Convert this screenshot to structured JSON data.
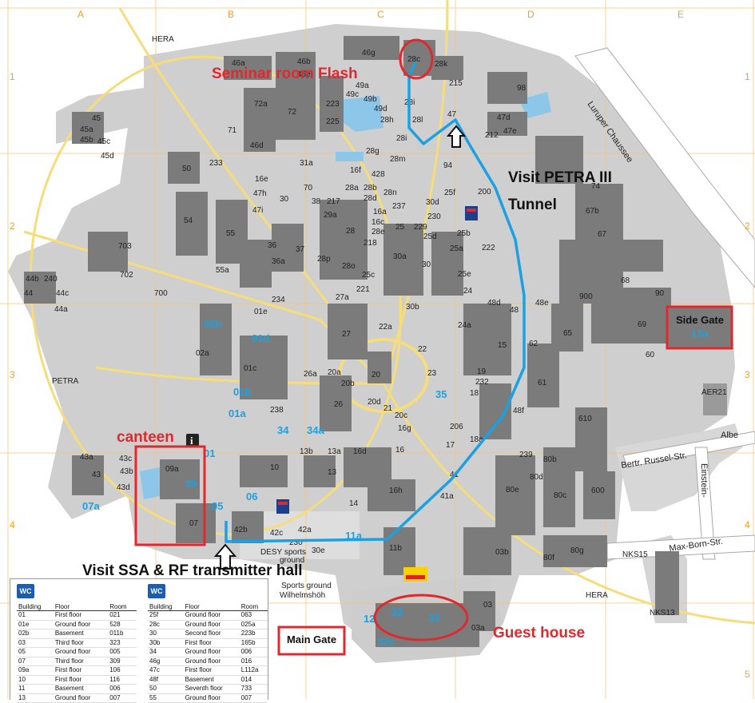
{
  "grid": {
    "columns": [
      "A",
      "B",
      "C",
      "D",
      "E"
    ],
    "rows": [
      "1",
      "2",
      "3",
      "4",
      "5"
    ]
  },
  "annotations": {
    "seminar_room": "Seminar room Flash",
    "visit_petra": "Visit PETRA III Tunnel",
    "canteen": "canteen",
    "visit_ssa": "Visit SSA & RF transmitter hall",
    "guest_house": "Guest house",
    "main_gate": "Main Gate",
    "side_gate": "Side Gate",
    "side_gate_building": "12a"
  },
  "streets": {
    "luruper": "Luruper Chaussee",
    "bertr_russel": "Bertr. Russel-Str.",
    "albert": "Albe",
    "einstein": "Einstein-",
    "max_born": "Max-Born-Str.",
    "hera_top": "HERA",
    "hera_right": "HERA",
    "petra": "PETRA",
    "nks15": "NKS15",
    "nks13": "NKS13",
    "aer21": "AER21",
    "sports_ground": "DESY sports ground",
    "sports_ground_2": "Sports ground Wilhelmshöh",
    "station": "SHELL"
  },
  "buildings_blue": [
    "02b",
    "01d",
    "01b",
    "01a",
    "34",
    "34a",
    "35",
    "09",
    "07a",
    "05",
    "06",
    "11a",
    "12",
    "32",
    "33",
    "32c",
    "01"
  ],
  "legend": {
    "left": {
      "icon": "WC",
      "headers": [
        "Building",
        "Floor",
        "Room"
      ],
      "rows": [
        [
          "01",
          "First floor",
          "021"
        ],
        [
          "01e",
          "Ground floor",
          "528"
        ],
        [
          "02b",
          "Basement",
          "011b"
        ],
        [
          "03",
          "Third floor",
          "323"
        ],
        [
          "05",
          "Ground floor",
          "005"
        ],
        [
          "07",
          "Third floor",
          "309"
        ],
        [
          "09a",
          "First floor",
          "106"
        ],
        [
          "10",
          "First floor",
          "116"
        ],
        [
          "11",
          "Basement",
          "006"
        ],
        [
          "13",
          "Ground floor",
          "007"
        ]
      ]
    },
    "right": {
      "icon": "WC",
      "headers": [
        "Building",
        "Floor",
        "Room"
      ],
      "rows": [
        [
          "25f",
          "Ground floor",
          "063"
        ],
        [
          "28c",
          "Ground floor",
          "025a"
        ],
        [
          "30",
          "Second floor",
          "223b"
        ],
        [
          "30b",
          "First floor",
          "165b"
        ],
        [
          "34",
          "Ground floor",
          "006"
        ],
        [
          "46g",
          "Ground floor",
          "016"
        ],
        [
          "47c",
          "First floor",
          "L112a"
        ],
        [
          "48f",
          "Basement",
          "014"
        ],
        [
          "50",
          "Seventh floor",
          "733"
        ],
        [
          "55",
          "Ground floor",
          "007"
        ]
      ]
    }
  },
  "colors": {
    "route": "#1ba1e2",
    "highlight": "#e0282e",
    "grid": "#f5c27a",
    "buildings": "#7b7b7b",
    "grounds": "#c8c8c8",
    "beam": "#f6dd7a"
  }
}
